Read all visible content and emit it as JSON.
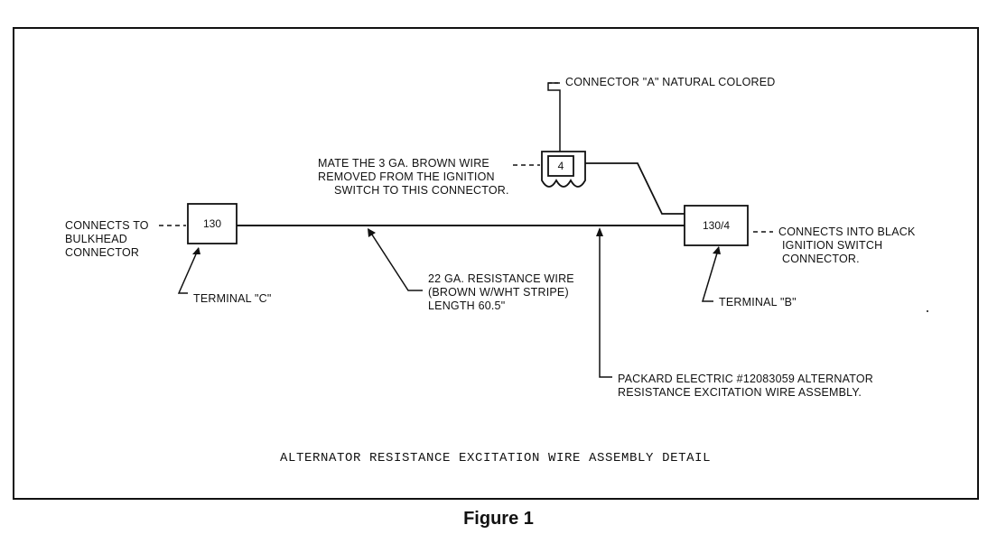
{
  "diagram": {
    "title": "ALTERNATOR RESISTANCE EXCITATION WIRE ASSEMBLY DETAIL",
    "caption": "Figure 1",
    "connectors": {
      "left_box": "130",
      "right_box": "130/4",
      "connector_a": "4"
    },
    "labels": {
      "connector_a_note": "CONNECTOR \"A\" NATURAL COLORED",
      "mate_note": [
        "MATE THE 3 GA. BROWN WIRE",
        "REMOVED FROM THE IGNITION",
        "SWITCH TO THIS CONNECTOR."
      ],
      "left_connects": [
        "CONNECTS TO",
        "BULKHEAD",
        "CONNECTOR"
      ],
      "terminal_c": "TERMINAL \"C\"",
      "resistance_wire": [
        "22 GA. RESISTANCE WIRE",
        "(BROWN W/WHT STRIPE)",
        "LENGTH 60.5\""
      ],
      "right_connects": [
        "CONNECTS INTO BLACK",
        "IGNITION SWITCH",
        "CONNECTOR."
      ],
      "terminal_b": "TERMINAL \"B\"",
      "packard": [
        "PACKARD ELECTRIC #12083059 ALTERNATOR",
        "RESISTANCE EXCITATION WIRE ASSEMBLY."
      ]
    }
  }
}
